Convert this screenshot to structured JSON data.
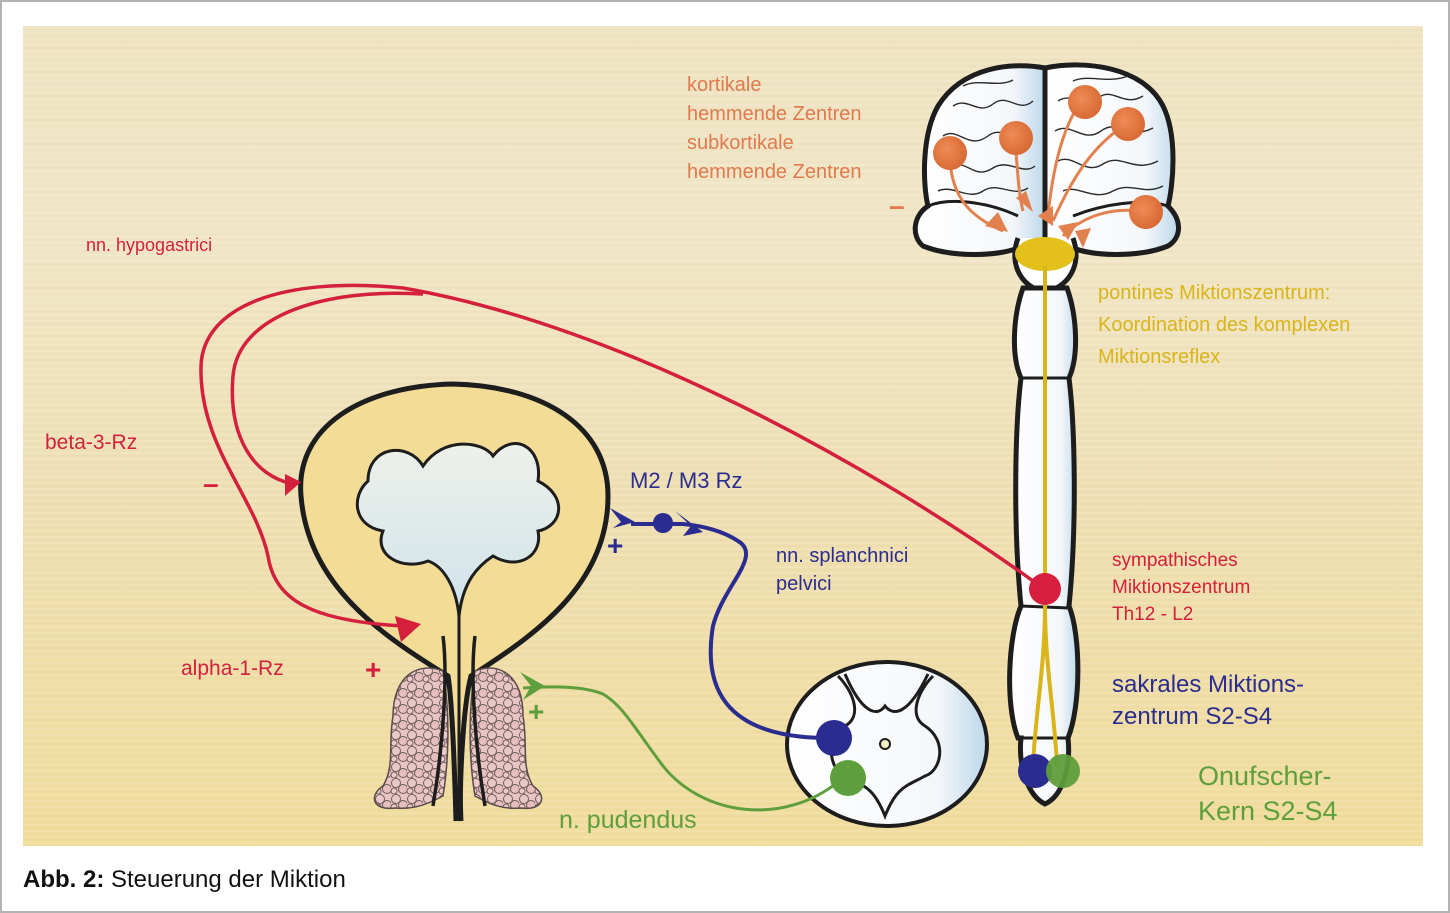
{
  "labels": {
    "cortical_1": "kortikale",
    "cortical_2": "hemmende Zentren",
    "subcortical_1": "subkortikale",
    "subcortical_2": "hemmende Zentren",
    "brain_sign": "–",
    "pontine_1": "pontines Miktionszentrum:",
    "pontine_2": "Koordination des komplexen",
    "pontine_3": "Miktionsreflex",
    "hypogastric": "nn. hypogastrici",
    "beta3": "beta-3-Rz",
    "beta3_sign": "–",
    "alpha1": "alpha-1-Rz",
    "alpha1_sign": "+",
    "m2m3": "M2 / M3 Rz",
    "m2m3_sign": "+",
    "splanchnic_1": "nn. splanchnici",
    "splanchnic_2": "pelvici",
    "pudendus": "n. pudendus",
    "pudendus_sign": "+",
    "sympathetic_1": "sympathisches",
    "sympathetic_2": "Miktionszentrum",
    "sympathetic_3": "Th12 - L2",
    "sacral_1": "sakrales Miktions-",
    "sacral_2": "zentrum S2-S4",
    "onuf_1": "Onufscher-",
    "onuf_2": "Kern S2-S4"
  },
  "caption": {
    "prefix": "Abb. 2:",
    "text": "Steuerung der Miktion"
  },
  "colors": {
    "sympathetic": "#d4203c",
    "parasympathetic": "#2b2c8f",
    "somatic": "#5f9e3c",
    "pontine": "#e3c01a",
    "cortical": "#e2804e"
  }
}
